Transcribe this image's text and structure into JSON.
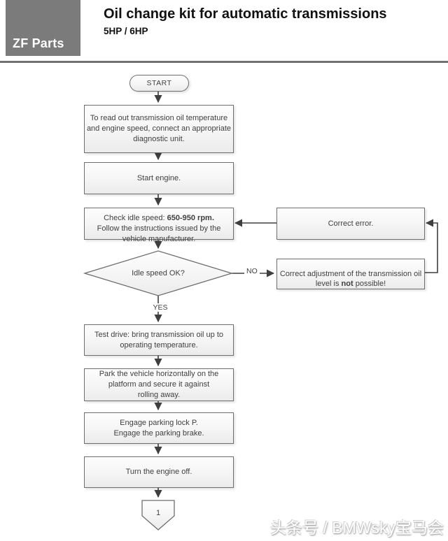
{
  "header": {
    "logo": "ZF Parts",
    "title": "Oil change kit for automatic transmissions",
    "subtitle": "5HP / 6HP"
  },
  "flow": {
    "start": "START",
    "step_diagnostic": "To read out transmission oil temperature\nand engine speed, connect an appropriate\ndiagnostic unit.",
    "step_start_engine": "Start engine.",
    "step_idle_pre": "Check idle speed: ",
    "step_idle_bold": "650-950 rpm.",
    "step_idle_rest": "\nFollow the instructions issued by the\nvehicle manufacturer.",
    "decision_idle": "Idle speed OK?",
    "label_no": "NO",
    "label_yes": "YES",
    "step_correct_error": "Correct error.",
    "note_not_possible_pre": "Correct adjustment of the transmission oil\nlevel is ",
    "note_not_possible_bold": "not",
    "note_not_possible_post": " possible!",
    "step_test_drive": "Test drive: bring transmission oil up to\noperating temperature.",
    "step_park": "Park the vehicle horizontally on the\nplatform and secure it against\nrolling away.",
    "step_parking_lock": "Engage parking lock P.\nEngage the parking brake.",
    "step_engine_off": "Turn the engine off.",
    "offpage_connector": "1"
  },
  "watermark": "头条号 / BMWsky宝马会",
  "colors": {
    "logo_bg": "#7b7b7b",
    "node_border": "#6e6e6e",
    "node_fill_top": "#fdfdfd",
    "node_fill_bottom": "#ebebeb",
    "wire": "#3f3f3f",
    "text": "#3f3f3f",
    "header_rule": "#717171"
  }
}
